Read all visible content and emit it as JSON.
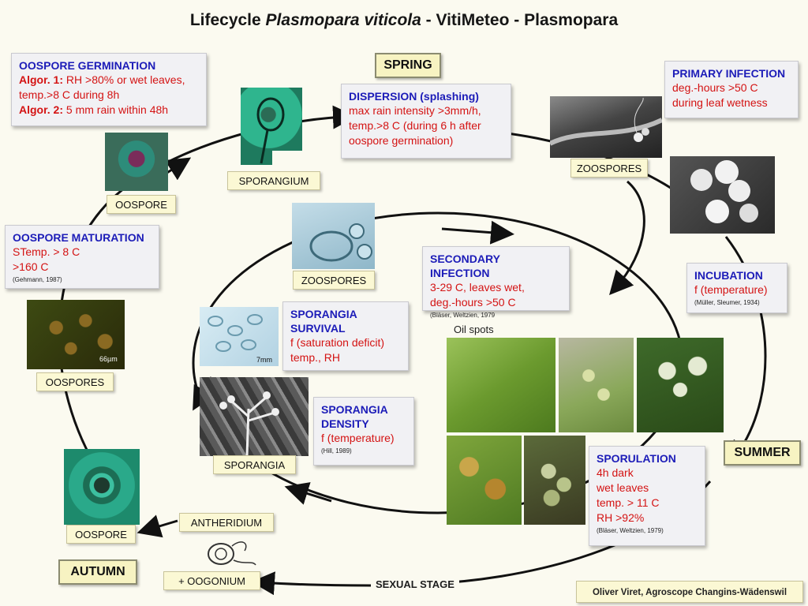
{
  "title": {
    "prefix": "Lifecycle ",
    "species": "Plasmopara viticola",
    "suffix": " - VitiMeteo - Plasmopara"
  },
  "seasons": {
    "spring": "SPRING",
    "summer": "SUMMER",
    "autumn": "AUTUMN"
  },
  "boxes": {
    "oospore_germination": {
      "heading": "OOSPORE GERMINATION",
      "line1_key": "Algor. 1:",
      "line1": " RH >80% or wet leaves,",
      "line2": "temp.>8 C  during 8h",
      "line3_key": "Algor. 2:",
      "line3": " 5 mm rain within 48h"
    },
    "dispersion": {
      "heading": "DISPERSION (splashing)",
      "lines": [
        "max rain intensity >3mm/h,",
        "temp.>8 C (during 6 h after",
        "oospore germination)"
      ]
    },
    "primary_infection": {
      "heading": "PRIMARY INFECTION",
      "lines": [
        "deg.-hours >50 C",
        "during leaf wetness"
      ]
    },
    "oospore_maturation": {
      "heading": "OOSPORE MATURATION",
      "lines": [
        "STemp. > 8 C",
        ">160 C"
      ],
      "citation": "(Gehmann, 1987)"
    },
    "secondary_infection": {
      "heading": "SECONDARY INFECTION",
      "lines": [
        "3-29 C, leaves wet,",
        "deg.-hours >50 C"
      ],
      "citation": "(Bläser, Weltzien, 1979"
    },
    "incubation": {
      "heading": "INCUBATION",
      "lines": [
        "f (temperature)"
      ],
      "citation": "(Müller, Sleumer, 1934)"
    },
    "sporangia_survival": {
      "heading_lines": [
        "SPORANGIA",
        "SURVIVAL"
      ],
      "lines": [
        "f (saturation deficit)",
        "temp., RH"
      ]
    },
    "sporangia_density": {
      "heading_lines": [
        "SPORANGIA",
        "DENSITY"
      ],
      "lines": [
        "f (temperature)"
      ],
      "citation": "(Hill, 1989)"
    },
    "sporulation": {
      "heading": "SPORULATION",
      "lines": [
        "4h dark",
        "wet leaves",
        "temp. > 11 C",
        "RH >92%"
      ],
      "citation": "(Bläser, Weltzien, 1979)"
    }
  },
  "labels": {
    "sporangium": "SPORANGIUM",
    "zoospores_top": "ZOOSPORES",
    "oospore_top": "OOSPORE",
    "zoospores_mid": "ZOOSPORES",
    "oospores": "OOSPORES",
    "sporangia": "SPORANGIA",
    "oospore_bottom": "OOSPORE",
    "antheridium": "ANTHERIDIUM",
    "oogonium": "+ OOGONIUM",
    "sexual_stage": "SEXUAL STAGE",
    "oil_spots": "Oil spots"
  },
  "scale_bars": {
    "oospores": "66µm",
    "sporangia_survival": "7mm"
  },
  "credit": "Oliver Viret,  Agroscope Changins-Wädenswil",
  "colors": {
    "heading": "#1c1cb8",
    "criteria": "#d41313",
    "background": "#fbfaf0",
    "label_fill": "#fbf8d4"
  }
}
